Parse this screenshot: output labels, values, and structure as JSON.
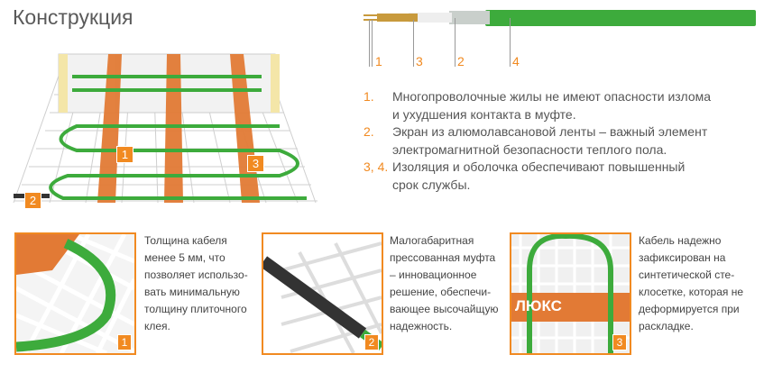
{
  "title": "Конструкция",
  "mat_labels": [
    "1",
    "2",
    "3"
  ],
  "cable_labels": [
    "1",
    "3",
    "2",
    "4"
  ],
  "list": [
    {
      "num": "1.",
      "lines": [
        "Многопроволочные жилы не имеют опасности излома",
        "и ухудшения контакта в муфте."
      ]
    },
    {
      "num": "2.",
      "lines": [
        "Экран из алюмолавсановой ленты – важный элемент",
        "электромагнитной безопасности теплого пола."
      ]
    },
    {
      "num": "3, 4.",
      "lines": [
        "Изоляция и оболочка обеспечивают повышенный",
        "срок службы."
      ]
    }
  ],
  "features": [
    {
      "badge": "1",
      "lines": [
        "Толщина кабеля",
        "менее 5 мм, что",
        "позволяет использо-",
        "вать минимальную",
        "толщину плиточного",
        "клея."
      ]
    },
    {
      "badge": "2",
      "lines": [
        "Малогабаритная",
        "прессованная муфта",
        "– инновационное",
        "решение, обеспечи-",
        "вающее высочайщую",
        "надежность."
      ]
    },
    {
      "badge": "3",
      "lines": [
        "Кабель надежно",
        "зафиксирован на",
        "синтетической сте-",
        "клосетке, которая не",
        "деформируется при",
        "раскладке."
      ]
    }
  ],
  "brand_text": "ЛЮКС",
  "colors": {
    "accent": "#f18a21",
    "cable": "#3dab3c",
    "text": "#555555"
  }
}
